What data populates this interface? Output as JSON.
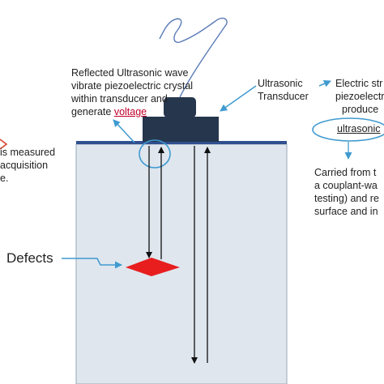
{
  "labels": {
    "reflected_line1": "Reflected Ultrasonic wave",
    "reflected_line2": "vibrate piezoelectric crystal",
    "reflected_line3": "within transducer and",
    "reflected_line4_prefix": "generate ",
    "reflected_line4_voltage": "voltage",
    "transducer_line1": "Ultrasonic",
    "transducer_line2": "Transducer",
    "electric_line1": "Electric str",
    "electric_line2": "piezoelectr",
    "electric_line3": "produce",
    "electric_line4": "ultrasonic",
    "measured_line1": "is measured",
    "measured_line2": "acquisition",
    "measured_line3": "e.",
    "carried_line1": "Carried from t",
    "carried_line2": "a couplant-wa",
    "carried_line3": "testing) and re",
    "carried_line4": "surface and in",
    "defects": "Defects"
  },
  "colors": {
    "specimen_fill": "#dfe6ee",
    "specimen_border": "#a8b4c0",
    "surface_line": "#2f4f8f",
    "transducer": "#25364d",
    "cable": "#5b7bb8",
    "callout": "#3f9ad0",
    "defect": "#e81e1e",
    "voltage_text": "#c0002a"
  }
}
